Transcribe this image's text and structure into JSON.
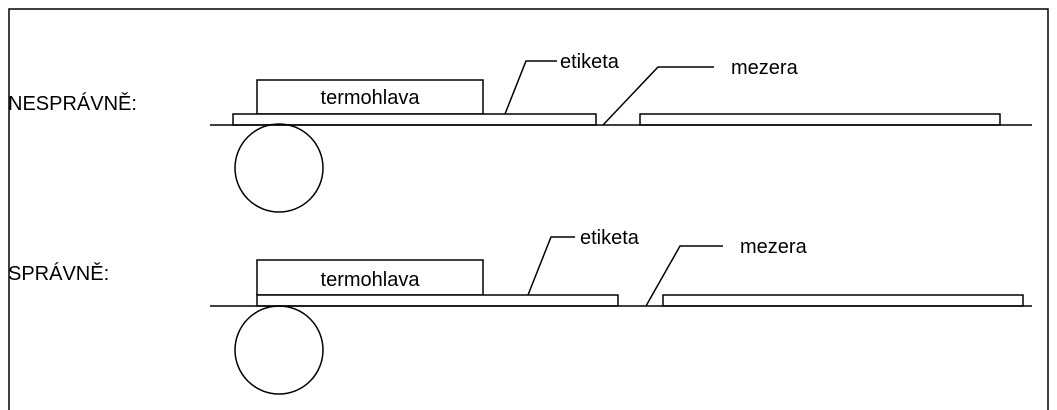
{
  "diagram": {
    "incorrect": {
      "label": "NESPRÁVNĚ:",
      "head_label": "termohlava",
      "label_callout": "etiketa",
      "gap_callout": "mezera"
    },
    "correct": {
      "label": "SPRÁVNĚ:",
      "head_label": "termohlava",
      "label_callout": "etiketa",
      "gap_callout": "mezera"
    }
  },
  "colors": {
    "line": "#000000",
    "background": "#ffffff"
  }
}
